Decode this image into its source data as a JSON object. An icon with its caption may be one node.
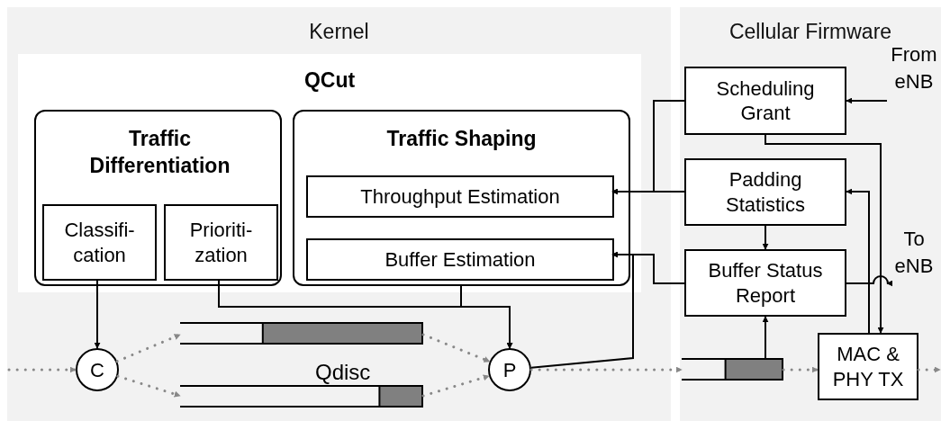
{
  "diagram": {
    "nodes": [
      {
        "text": [
          "Kernel"
        ]
      },
      {
        "text": [
          "Cellular Firmware"
        ]
      },
      {
        "text": [
          "QCut"
        ],
        "in": 0
      },
      {
        "text": [
          "Traffic Differentiation"
        ],
        "in": 2
      },
      {
        "text": [
          "Classifi- cation"
        ],
        "in": 3
      },
      {
        "text": [
          "Prioriti- zation"
        ],
        "in": 3
      },
      {
        "text": [
          "Traffic Shaping"
        ],
        "in": 2
      },
      {
        "text": [
          "Throughput Estimation"
        ],
        "in": 6
      },
      {
        "text": [
          "Buffer Estimation"
        ],
        "in": 6
      },
      {
        "text": [
          "C"
        ],
        "in": 0
      },
      {
        "text": [],
        "shape": "bar",
        "in": 0
      },
      {
        "text": [],
        "shape": "bar",
        "in": 0
      },
      {
        "text": [
          "P"
        ],
        "in": 0
      },
      {
        "text": [
          "Scheduling Grant"
        ],
        "in": 1
      },
      {
        "text": [
          "Padding Statistics"
        ],
        "in": 1
      },
      {
        "text": [
          "Buffer Status Report"
        ],
        "in": 1
      },
      {
        "text": [],
        "shape": "bar",
        "in": 1
      },
      {
        "text": [
          "MAC & PHY TX"
        ],
        "in": 1
      },
      {
        "text": [
          "From eNB"
        ],
        "in": 1
      },
      {
        "text": [
          "To eNB"
        ],
        "in": 1
      }
    ],
    "edges": [
      {
        "from": null,
        "to": 9,
        "arrow": "to",
        "style": "dashed",
        "color": "#888888"
      },
      {
        "from": 9,
        "to": 10,
        "arrow": "to",
        "style": "dashed",
        "color": "#888888"
      },
      {
        "from": 9,
        "to": 11,
        "arrow": "to",
        "style": "dashed",
        "color": "#888888"
      },
      {
        "from": 10,
        "to": 12,
        "arrow": "to",
        "style": "dashed",
        "color": "#888888"
      },
      {
        "from": 11,
        "to": 12,
        "arrow": "to",
        "style": "dashed",
        "color": "#888888"
      },
      {
        "from": 12,
        "to": 16,
        "arrow": "to",
        "style": "dashed",
        "color": "#888888"
      },
      {
        "from": 16,
        "to": 17,
        "arrow": "to",
        "style": "dashed",
        "color": "#888888"
      },
      {
        "from": 17,
        "to": null,
        "arrow": "to",
        "style": "dashed",
        "color": "#888888"
      },
      {
        "from": 4,
        "to": 9,
        "arrow": "to"
      },
      {
        "from": 5,
        "to": 12,
        "arrow": "to"
      },
      {
        "from": 6,
        "to": 12,
        "arrow": "to"
      },
      {
        "from": 13,
        "to": 7,
        "arrow": "to"
      },
      {
        "from": 14,
        "to": 7,
        "arrow": "to"
      },
      {
        "from": 14,
        "to": 15,
        "arrow": "to"
      },
      {
        "from": 15,
        "to": 8,
        "arrow": "to"
      },
      {
        "from": 12,
        "to": 8,
        "arrow": "to"
      },
      {
        "from": 16,
        "to": 15,
        "arrow": "to"
      },
      {
        "from": 13,
        "to": 17,
        "arrow": "to"
      },
      {
        "from": 17,
        "to": 14,
        "arrow": "to"
      },
      {
        "from": 15,
        "to": 19,
        "arrow": "to"
      },
      {
        "from": 18,
        "to": 13,
        "arrow": "to"
      }
    ],
    "labels": [
      "Qdisc"
    ]
  }
}
